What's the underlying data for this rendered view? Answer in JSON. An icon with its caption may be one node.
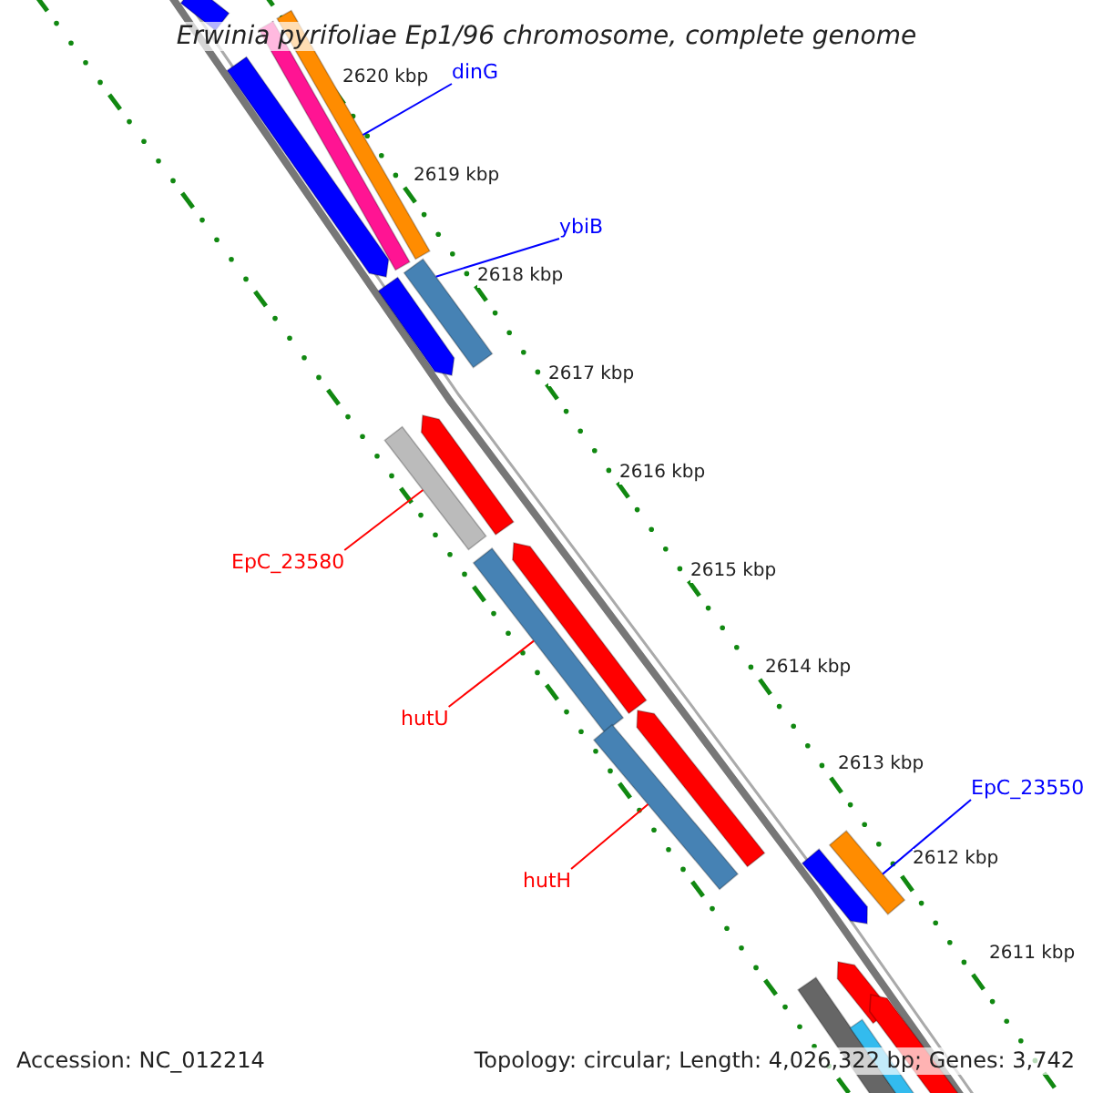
{
  "diagram": {
    "title": "Erwinia pyrifoliae Ep1/96 chromosome, complete genome",
    "nodes": [
      {
        "text": [
          "dinG"
        ]
      },
      {
        "text": [],
        "shape": "bar"
      },
      {
        "text": [
          "ybiB"
        ]
      },
      {
        "text": [],
        "shape": "bar"
      },
      {
        "text": [
          "EpC_23580"
        ]
      },
      {
        "text": [],
        "shape": "bar"
      },
      {
        "text": [
          "hutU"
        ]
      },
      {
        "text": [],
        "shape": "bar"
      },
      {
        "text": [
          "hutH"
        ]
      },
      {
        "text": [],
        "shape": "bar"
      },
      {
        "text": [
          "EpC_23550"
        ]
      },
      {
        "text": [],
        "shape": "bar"
      }
    ],
    "edges": [
      {
        "from": 0,
        "to": 1,
        "arrow": "none"
      },
      {
        "from": 2,
        "to": 3,
        "arrow": "none"
      },
      {
        "from": 4,
        "to": 5,
        "arrow": "none",
        "color": "#ff0000"
      },
      {
        "from": 6,
        "to": 7,
        "arrow": "none",
        "color": "#ff0000"
      },
      {
        "from": 8,
        "to": 9,
        "arrow": "none",
        "color": "#ff0000"
      },
      {
        "from": 10,
        "to": 11,
        "arrow": "none"
      }
    ],
    "labels": [
      "2620 kbp",
      "2619 kbp",
      "2618 kbp",
      "2617 kbp",
      "2616 kbp",
      "2615 kbp",
      "2614 kbp",
      "2613 kbp",
      "2612 kbp",
      "2611 kbp",
      "Accession: NC_012214",
      "Topology: circular; Length: 4,026,322 bp; Genes: 3,742"
    ]
  }
}
